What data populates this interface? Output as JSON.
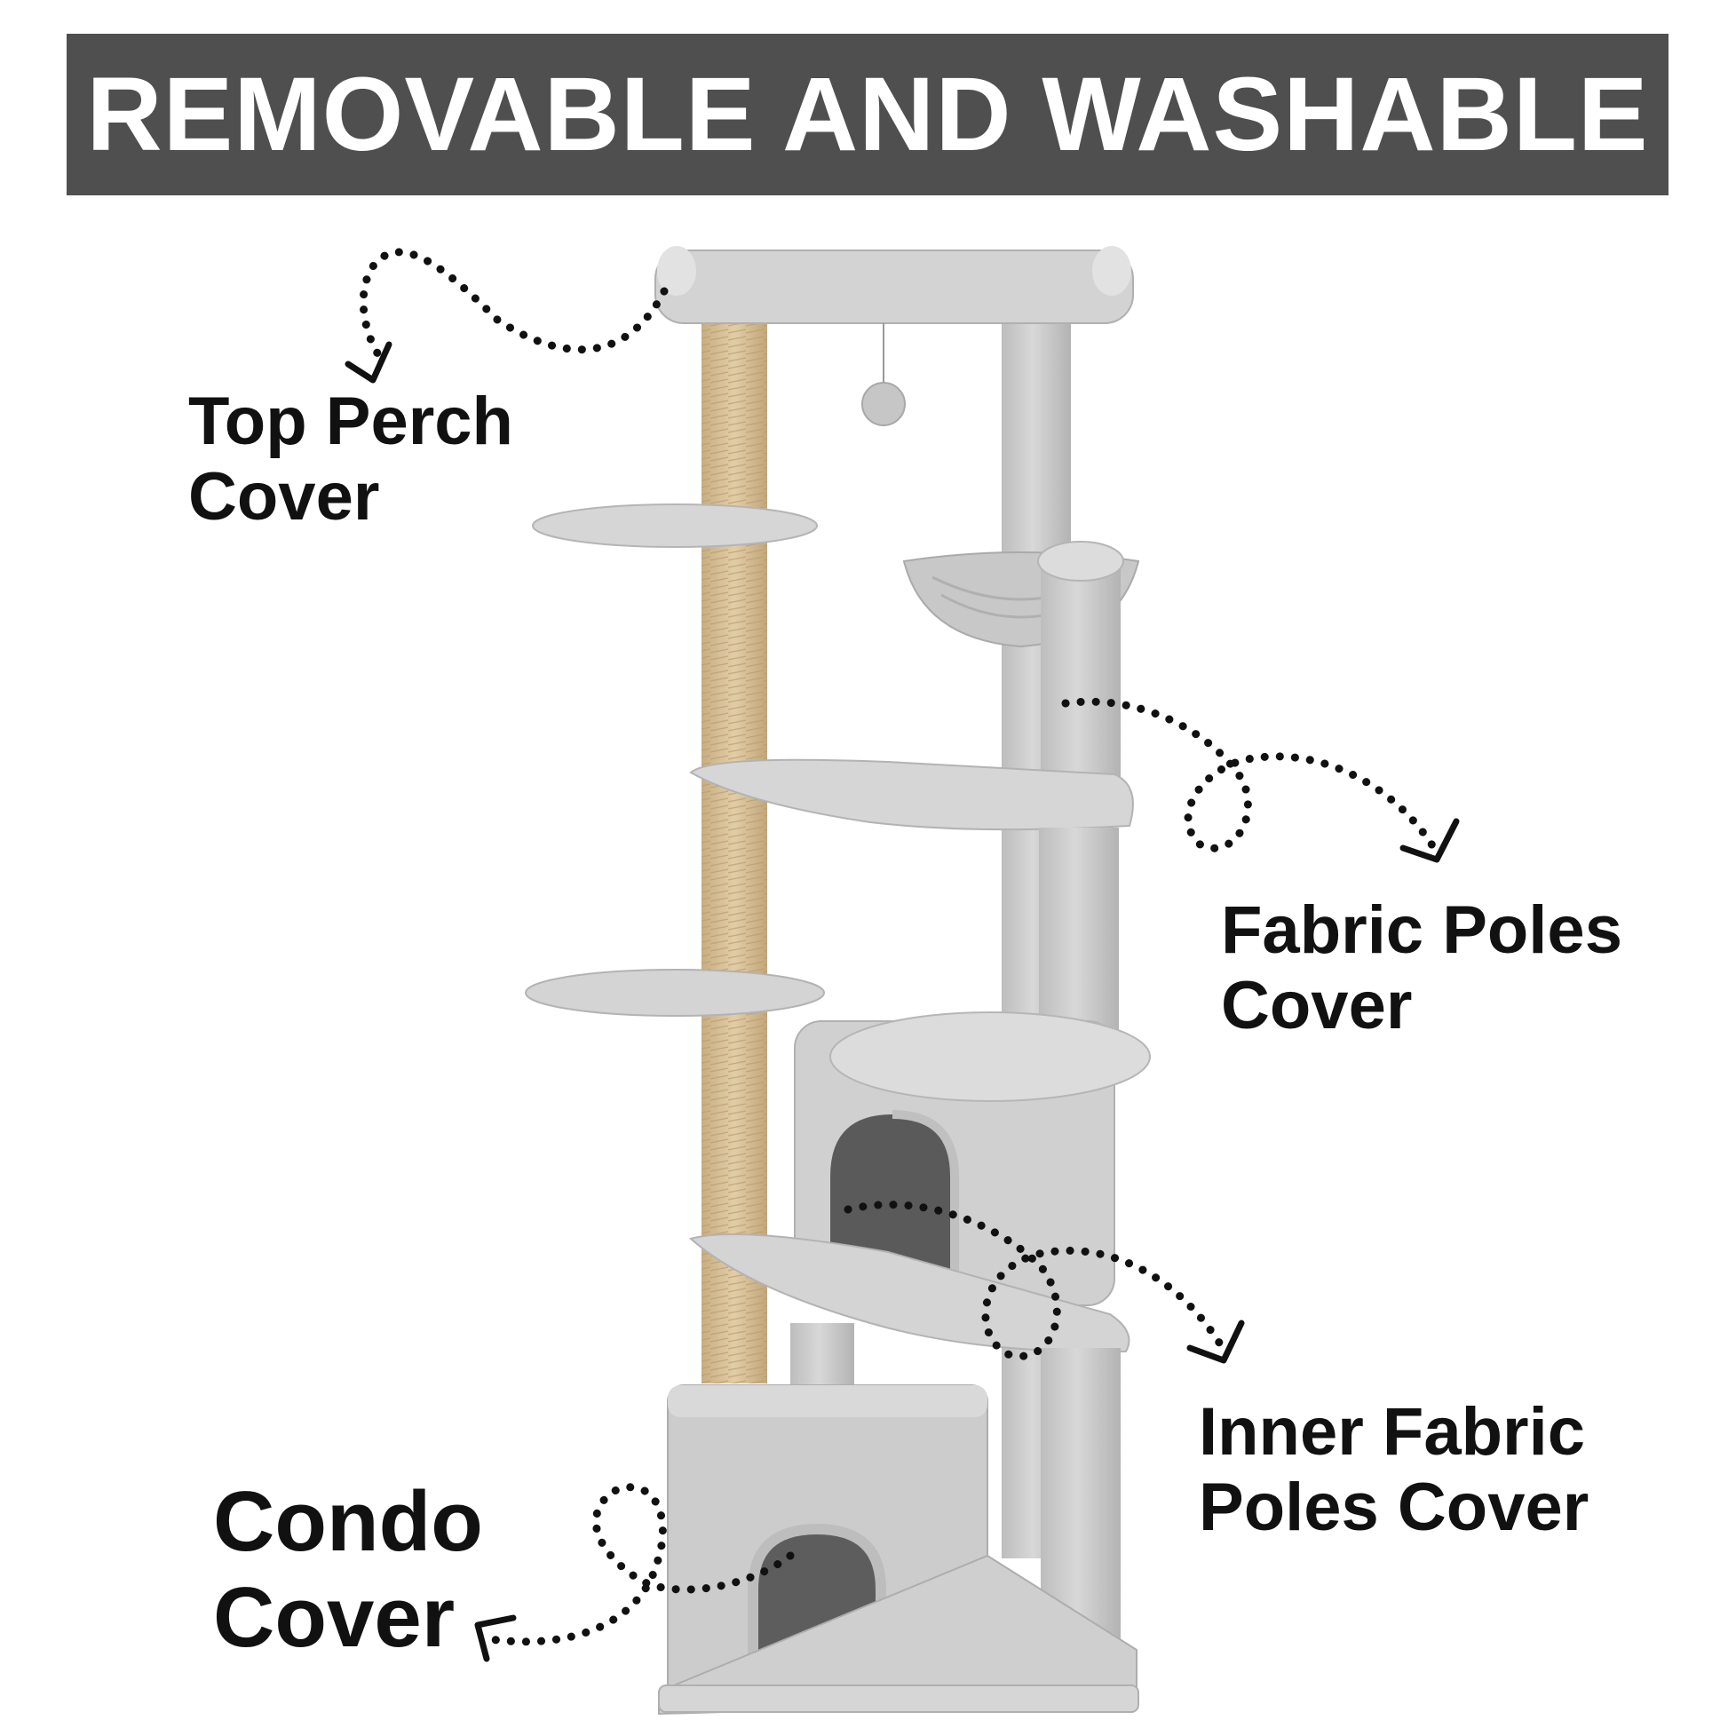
{
  "banner": {
    "title": "REMOVABLE AND WASHABLE"
  },
  "labels": {
    "top_perch": [
      "Top Perch",
      "Cover"
    ],
    "fabric_poles": [
      "Fabric Poles",
      "Cover"
    ],
    "inner_fabric_poles": [
      "Inner Fabric",
      "Poles Cover"
    ],
    "condo": [
      "Condo",
      "Cover"
    ]
  },
  "colors": {
    "banner_bg": "#4f4f4f",
    "banner_text": "#ffffff",
    "label_text": "#111111",
    "plush_light": "#d9d9d9",
    "plush_mid": "#c4c4c4",
    "plush_dark": "#a9a9a9",
    "sisal": "#d8bf96",
    "dots": "#111111"
  }
}
